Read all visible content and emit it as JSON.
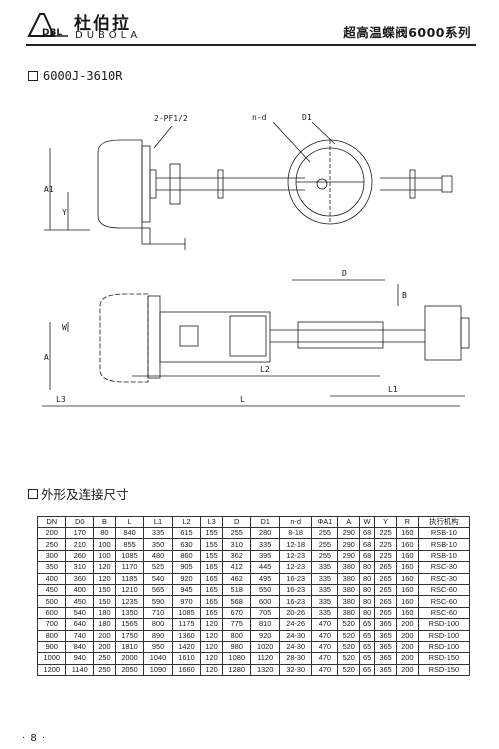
{
  "header": {
    "logo_text": "DBL",
    "brand_cn": "杜伯拉",
    "brand_en": "DUBOLA",
    "series_title": "超高温蝶阀6000系列"
  },
  "model": {
    "label": "6000J-3610R"
  },
  "drawing_labels": {
    "pf": "2-PF1/2",
    "nd": "n-d",
    "d1": "D1",
    "a1": "A1",
    "y": "Y",
    "w": "W",
    "a": "A",
    "d": "D",
    "b": "B",
    "l2": "L2",
    "l1": "L1",
    "l3": "L3",
    "l": "L"
  },
  "section": {
    "title": "外形及连接尺寸"
  },
  "table": {
    "headers": [
      "DN",
      "D0",
      "B",
      "L",
      "L1",
      "L2",
      "L3",
      "D",
      "D1",
      "n-d",
      "ΦA1",
      "A",
      "W",
      "Y",
      "R",
      "执行机构"
    ],
    "rows": [
      [
        "200",
        "170",
        "80",
        "840",
        "335",
        "615",
        "155",
        "255",
        "280",
        "8-18",
        "255",
        "290",
        "68",
        "225",
        "160",
        "RSB-10"
      ],
      [
        "250",
        "210",
        "100",
        "855",
        "350",
        "630",
        "155",
        "310",
        "335",
        "12-18",
        "255",
        "290",
        "68",
        "225",
        "160",
        "RSB-10"
      ],
      [
        "300",
        "260",
        "100",
        "1085",
        "480",
        "860",
        "155",
        "362",
        "395",
        "12-23",
        "255",
        "290",
        "68",
        "225",
        "160",
        "RSB-10"
      ],
      [
        "350",
        "310",
        "120",
        "1170",
        "525",
        "905",
        "165",
        "412",
        "445",
        "12-23",
        "335",
        "380",
        "80",
        "265",
        "160",
        "RSC-30"
      ],
      [
        "400",
        "360",
        "120",
        "1185",
        "540",
        "920",
        "165",
        "462",
        "495",
        "16-23",
        "335",
        "380",
        "80",
        "265",
        "160",
        "RSC-30"
      ],
      [
        "450",
        "400",
        "150",
        "1210",
        "565",
        "945",
        "165",
        "518",
        "550",
        "16-23",
        "335",
        "380",
        "80",
        "265",
        "160",
        "RSC-60"
      ],
      [
        "500",
        "450",
        "150",
        "1235",
        "590",
        "970",
        "165",
        "568",
        "600",
        "16-23",
        "335",
        "380",
        "80",
        "265",
        "160",
        "RSC-60"
      ],
      [
        "600",
        "540",
        "180",
        "1350",
        "710",
        "1085",
        "165",
        "670",
        "705",
        "20-26",
        "335",
        "380",
        "80",
        "265",
        "160",
        "RSC-60"
      ],
      [
        "700",
        "640",
        "180",
        "1565",
        "800",
        "1175",
        "120",
        "775",
        "810",
        "24-26",
        "470",
        "520",
        "65",
        "365",
        "200",
        "RSD-100"
      ],
      [
        "800",
        "740",
        "200",
        "1750",
        "890",
        "1360",
        "120",
        "800",
        "920",
        "24-30",
        "470",
        "520",
        "65",
        "365",
        "200",
        "RSD-100"
      ],
      [
        "900",
        "840",
        "200",
        "1810",
        "950",
        "1420",
        "120",
        "980",
        "1020",
        "24-30",
        "470",
        "520",
        "65",
        "365",
        "200",
        "RSD-100"
      ],
      [
        "1000",
        "940",
        "250",
        "2000",
        "1040",
        "1610",
        "120",
        "1080",
        "1120",
        "28-30",
        "470",
        "520",
        "65",
        "365",
        "200",
        "RSD-150"
      ],
      [
        "1200",
        "1140",
        "250",
        "2050",
        "1090",
        "1660",
        "120",
        "1280",
        "1320",
        "32-30",
        "470",
        "520",
        "65",
        "365",
        "200",
        "RSD-150"
      ]
    ]
  },
  "footer": {
    "page_number": "· 8 ·"
  }
}
